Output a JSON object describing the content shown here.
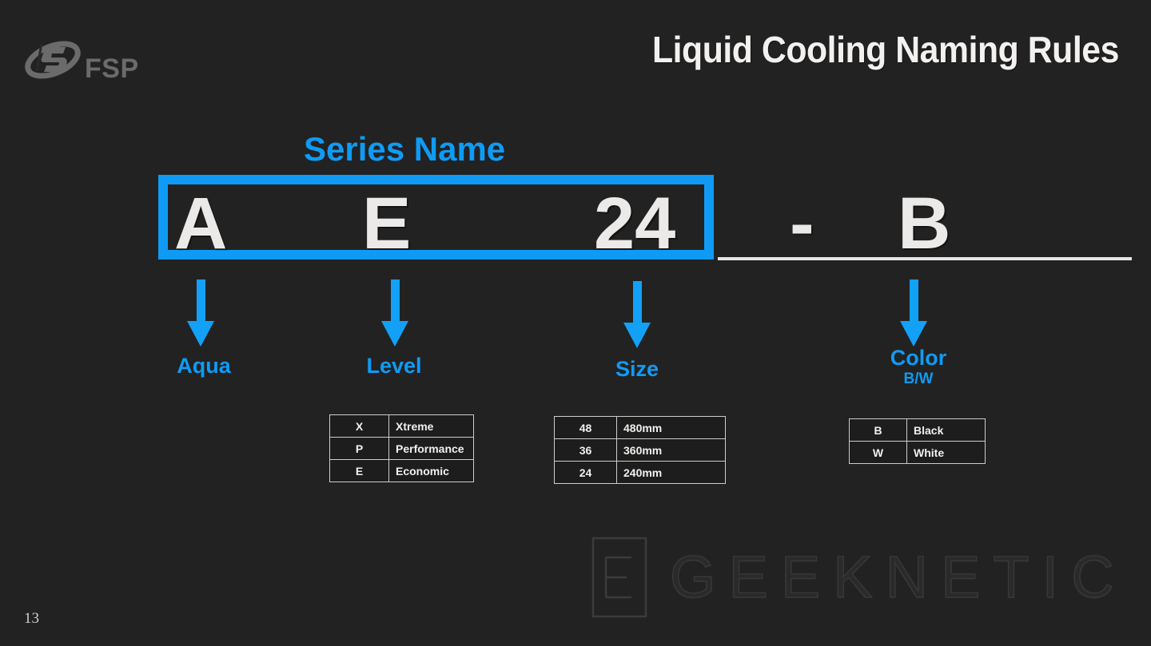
{
  "slide": {
    "title": "Liquid Cooling Naming Rules",
    "page_number": "13",
    "background_color": "#222222",
    "accent_color": "#0f9bf5",
    "text_color": "#f2f0ee"
  },
  "brand": {
    "logo_text": "FSP",
    "logo_icon": "fsp-swoosh-logo"
  },
  "series": {
    "caption": "Series Name",
    "code": {
      "part1": "A",
      "part2": "E",
      "part3": "24",
      "separator": "-",
      "part4": "B"
    }
  },
  "fields": [
    {
      "key": "aqua",
      "label": "Aqua",
      "sublabel": "",
      "arrow_icon": "arrow-down-icon"
    },
    {
      "key": "level",
      "label": "Level",
      "sublabel": "",
      "arrow_icon": "arrow-down-icon"
    },
    {
      "key": "size",
      "label": "Size",
      "sublabel": "",
      "arrow_icon": "arrow-down-icon"
    },
    {
      "key": "color",
      "label": "Color",
      "sublabel": "B/W",
      "arrow_icon": "arrow-down-icon"
    }
  ],
  "tables": {
    "level": {
      "rows": [
        {
          "key": "X",
          "value": "Xtreme"
        },
        {
          "key": "P",
          "value": "Performance"
        },
        {
          "key": "E",
          "value": "Economic"
        }
      ]
    },
    "size": {
      "rows": [
        {
          "key": "48",
          "value": "480mm"
        },
        {
          "key": "36",
          "value": "360mm"
        },
        {
          "key": "24",
          "value": "240mm"
        }
      ]
    },
    "color": {
      "rows": [
        {
          "key": "B",
          "value": "Black"
        },
        {
          "key": "W",
          "value": "White"
        }
      ]
    }
  },
  "watermark": {
    "text": "GEEKNETIC",
    "mark_icon": "geeknetic-e-box-icon"
  }
}
